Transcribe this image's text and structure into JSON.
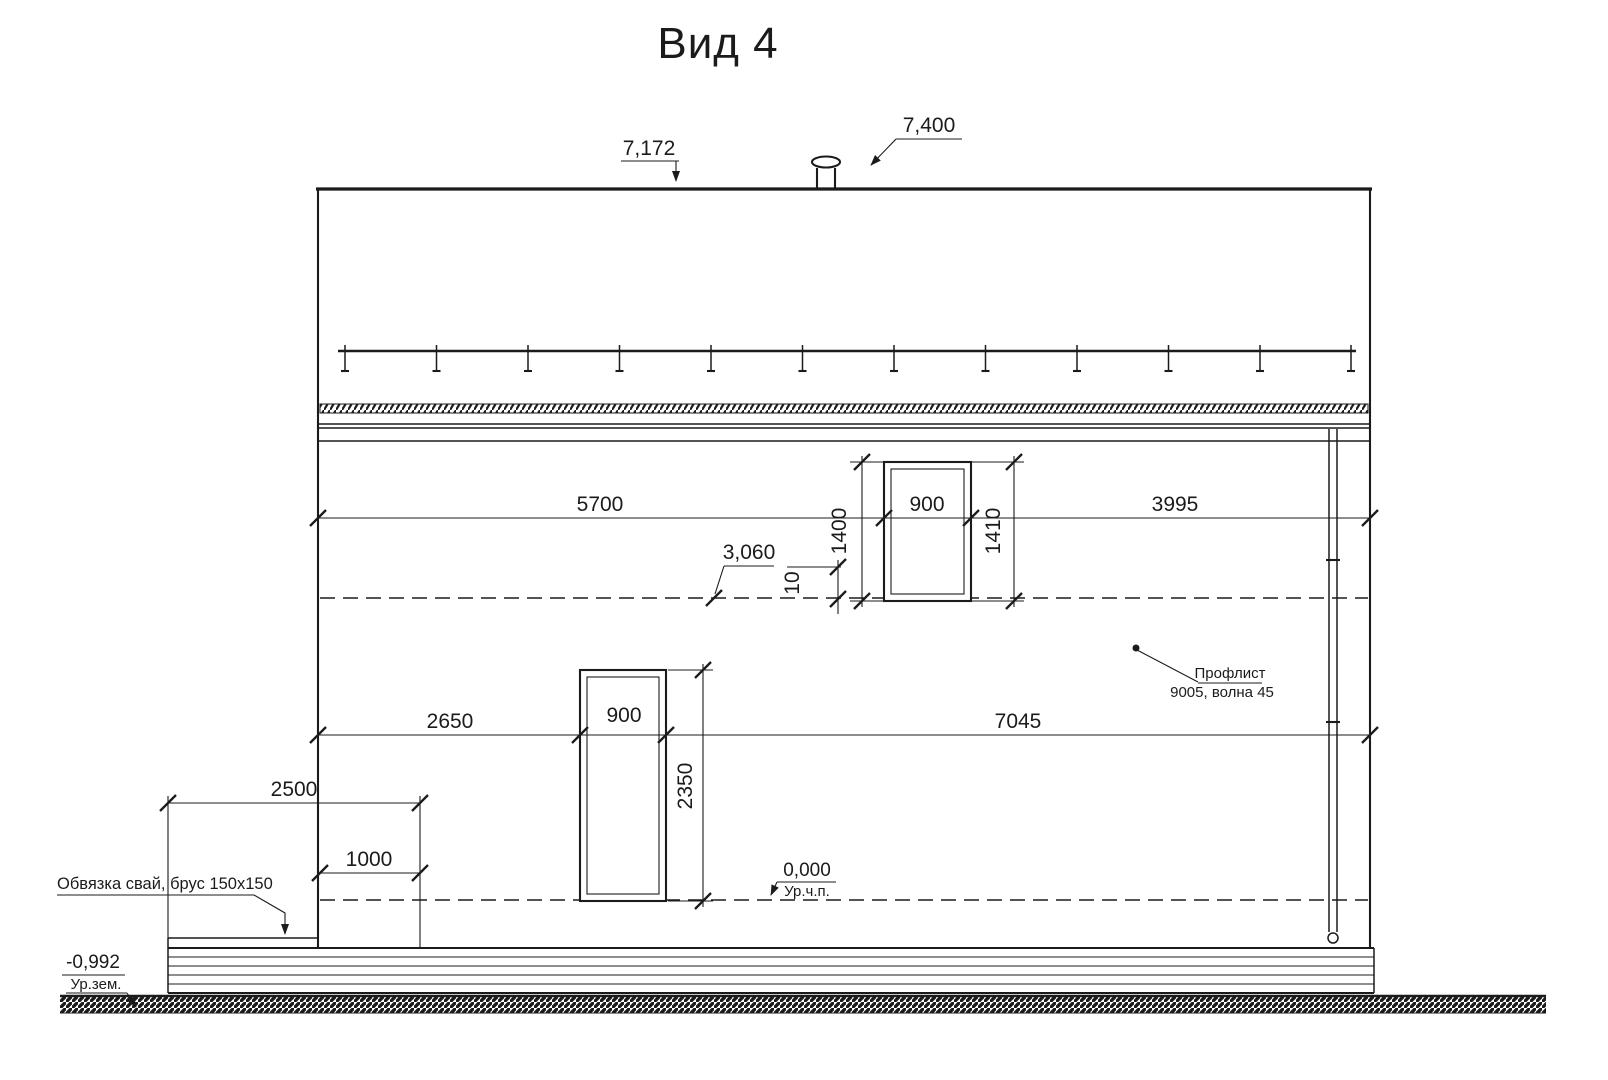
{
  "title": "Вид 4",
  "roof": {
    "ridge_elevation": "7,172",
    "chimney_elevation": "7,400"
  },
  "dimensions": {
    "wall_left_to_window2": "5700",
    "window2_width": "900",
    "window2_to_wall_right": "3995",
    "window2_height_left": "1400",
    "window2_height_right": "1410",
    "sill_offset": "10",
    "wall_left_to_window1": "2650",
    "window1_width": "900",
    "window1_to_wall_right": "7045",
    "window1_height": "2350",
    "porch_width": "2500",
    "porch_overhang": "1000"
  },
  "levels": {
    "second_floor": "3,060",
    "first_floor": "0,000",
    "first_floor_name": "Ур.ч.п.",
    "ground": "-0,992",
    "ground_name": "Ур.зем."
  },
  "notes": {
    "pile_framing": "Обвязка свай, брус 150x150",
    "cladding_title": "Профлист",
    "cladding_spec": "9005, волна 45"
  }
}
